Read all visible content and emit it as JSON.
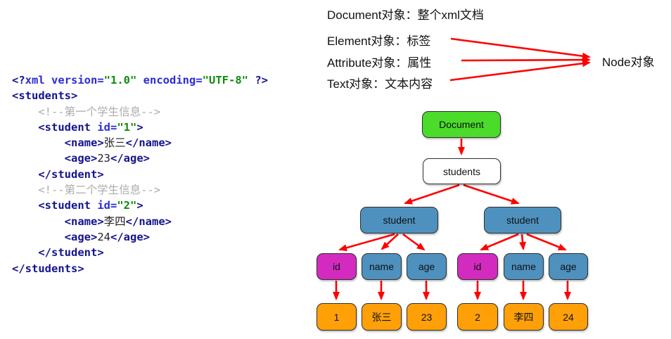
{
  "legend": {
    "document_label": "Document对象：整个xml文档",
    "element_label": "Element对象：标签",
    "attribute_label": "Attribute对象：属性",
    "text_label": "Text对象：文本内容",
    "node_label": "Node对象"
  },
  "code": {
    "lines": [
      [
        [
          "tag",
          "<?"
        ],
        [
          "attr",
          "xml version="
        ],
        [
          "str",
          "\"1.0\""
        ],
        [
          "attr",
          " encoding="
        ],
        [
          "str",
          "\"UTF-8\""
        ],
        [
          "text",
          " "
        ],
        [
          "tag",
          "?>"
        ]
      ],
      [
        [
          "tag",
          "<students>"
        ]
      ],
      [
        [
          "text",
          "    "
        ],
        [
          "comment",
          "<!--第一个学生信息-->"
        ]
      ],
      [
        [
          "text",
          "    "
        ],
        [
          "tag",
          "<student"
        ],
        [
          "attr",
          " id="
        ],
        [
          "str",
          "\"1\""
        ],
        [
          "tag",
          ">"
        ]
      ],
      [
        [
          "text",
          "        "
        ],
        [
          "tag",
          "<name>"
        ],
        [
          "text",
          "张三"
        ],
        [
          "tag",
          "</name>"
        ]
      ],
      [
        [
          "text",
          "        "
        ],
        [
          "tag",
          "<age>"
        ],
        [
          "text",
          "23"
        ],
        [
          "tag",
          "</age>"
        ]
      ],
      [
        [
          "text",
          "    "
        ],
        [
          "tag",
          "</student>"
        ]
      ],
      [
        [
          "text",
          "    "
        ],
        [
          "comment",
          "<!--第二个学生信息-->"
        ]
      ],
      [
        [
          "text",
          "    "
        ],
        [
          "tag",
          "<student"
        ],
        [
          "attr",
          " id="
        ],
        [
          "str",
          "\"2\""
        ],
        [
          "tag",
          ">"
        ]
      ],
      [
        [
          "text",
          "        "
        ],
        [
          "tag",
          "<name>"
        ],
        [
          "text",
          "李四"
        ],
        [
          "tag",
          "</name>"
        ]
      ],
      [
        [
          "text",
          "        "
        ],
        [
          "tag",
          "<age>"
        ],
        [
          "text",
          "24"
        ],
        [
          "tag",
          "</age>"
        ]
      ],
      [
        [
          "text",
          "    "
        ],
        [
          "tag",
          "</student>"
        ]
      ],
      [
        [
          "tag",
          "</students>"
        ]
      ]
    ]
  },
  "tree": {
    "document_label": "Document",
    "root_label": "students",
    "student1_label": "student",
    "student2_label": "student",
    "s1_id_label": "id",
    "s1_name_label": "name",
    "s1_age_label": "age",
    "s2_id_label": "id",
    "s2_name_label": "name",
    "s2_age_label": "age",
    "s1_id_value": "1",
    "s1_name_value": "张三",
    "s1_age_value": "23",
    "s2_id_value": "2",
    "s2_name_value": "李四",
    "s2_age_value": "24"
  },
  "colors": {
    "arrow_red": "#FF0000",
    "node_document_green": "#4BDB2B",
    "node_element_blue": "#4E91BE",
    "node_attribute_magenta": "#D32BBF",
    "node_value_orange": "#FFA008",
    "code_tag_navy": "#14148F",
    "code_attr_blue": "#2B2BD6",
    "code_string_green": "#0E8C0E",
    "code_comment_gray": "#ABABAB"
  }
}
